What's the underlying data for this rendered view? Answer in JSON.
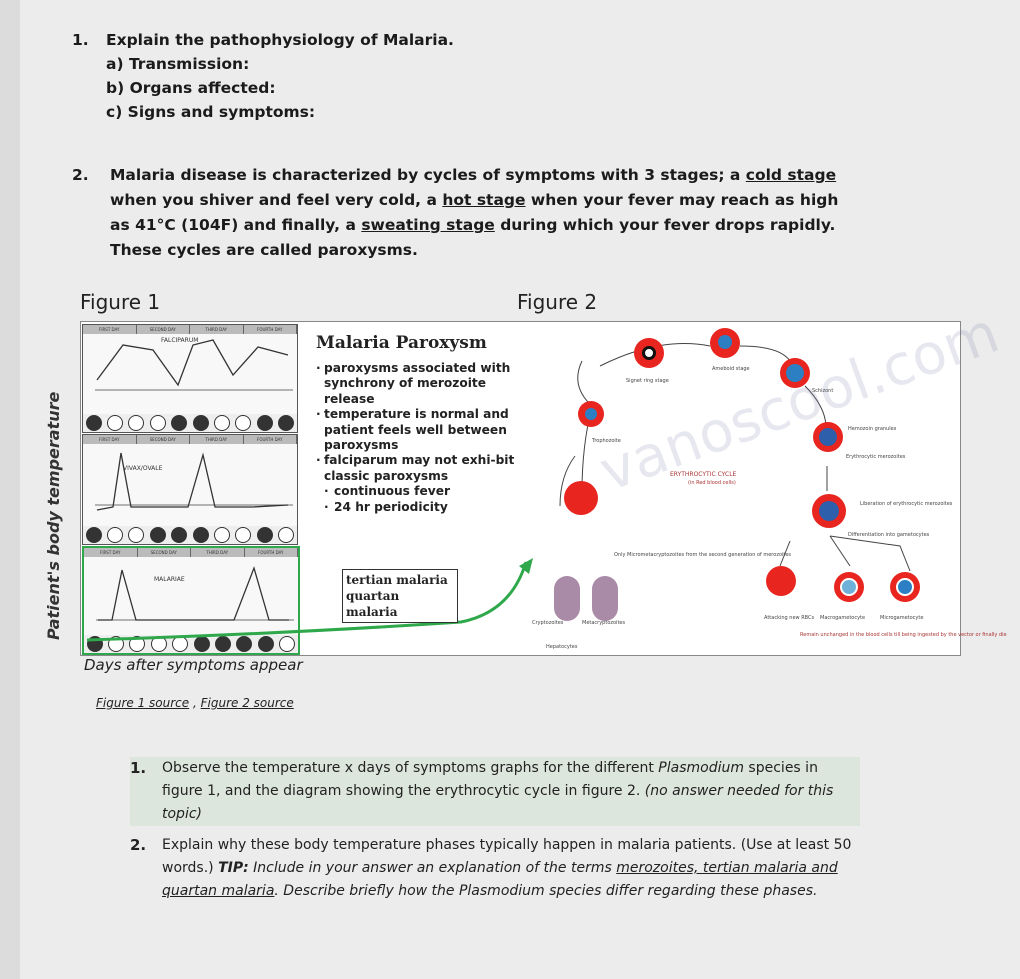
{
  "q1": {
    "number": "1.",
    "title": "Explain the pathophysiology of Malaria.",
    "a": "a) Transmission:",
    "b": "b) Organs affected:",
    "c": "c) Signs and symptoms:"
  },
  "q2": {
    "number": "2.",
    "p1": "Malaria disease is characterized by cycles of symptoms with 3 stages; a ",
    "cold": "cold stage",
    "p2": " when you shiver and feel very cold, a ",
    "hot": "hot stage",
    "p3": " when your fever may reach as high as 41°C (104F) and finally, a ",
    "sweat": "sweating stage",
    "p4": " during which your fever drops rapidly. These cycles are called paroxysms."
  },
  "figure1": {
    "label": "Figure 1",
    "day_headers": [
      "FIRST DAY",
      "SECOND DAY",
      "THIRD DAY",
      "FOURTH DAY"
    ],
    "panels": [
      "FALCIPARUM",
      "VIVAX/OVALE",
      "MALARIAE"
    ],
    "y_label": "Patient's body temperature",
    "x_label": "Days after symptoms appear"
  },
  "paroxysm": {
    "title": "Malaria Paroxysm",
    "b1": "paroxysms associated with synchrony of merozoite release",
    "b2": "temperature is normal and patient feels well between paroxysms",
    "b3": "falciparum may not exhi-bit classic paroxysms",
    "s1": "continuous fever",
    "s2": "24 hr periodicity",
    "box1": "tertian malaria",
    "box2": "quartan malaria"
  },
  "figure2": {
    "label": "Figure 2",
    "center": "ERYTHROCYTIC CYCLE",
    "center_sub": "(in Red blood cells)",
    "l_amoeboid": "Ameboid stage",
    "l_signet": "Signet ring stage",
    "l_schizont": "Schizont",
    "l_trophozoite": "Trophozoite",
    "l_hemozoin": "Hemozoin granules",
    "l_erythro": "Erythrocytic merozoites",
    "l_liberation": "Liberation of erythrocytic merozoites",
    "l_differentiation": "Differentiation into gametocytes",
    "l_only": "Only Micrometacryptozoites from the second generation of merozoites",
    "l_crypto": "Cryptozoites",
    "l_meta": "Metacryptozoites",
    "l_attacking": "Attacking new RBCs",
    "l_macro": "Macrogametocyte",
    "l_micro": "Microgametocyte",
    "l_remain": "Remain unchanged in the blood cells till being ingested by the vector or finally die",
    "l_hepatocyte": "Hepatocytes",
    "watermark": "vanoscool.com"
  },
  "sources": {
    "fig1": "Figure 1 source",
    "sep": " , ",
    "fig2": "Figure 2 source"
  },
  "tasks": {
    "t1_num": "1.",
    "t1_a": "Observe the temperature x days of symptoms graphs for the different ",
    "t1_species": "Plasmodium",
    "t1_b": " species in figure 1, and the diagram showing the erythrocytic cycle in figure 2. ",
    "t1_note": "(no answer needed for this topic)",
    "t2_num": "2.",
    "t2_a": "Explain why these body temperature phases typically happen in malaria patients. (Use at least 50 words.) ",
    "t2_tip": "TIP:",
    "t2_b": " Include in your answer an explanation of the terms ",
    "t2_terms": "merozoites, tertian malaria and quartan malaria",
    "t2_c": ". Describe briefly how the Plasmodium species differ regarding these phases."
  },
  "colors": {
    "rbc": "#e8251f",
    "parasite": "#1f6fb5",
    "green_arrow": "#2ea84a"
  }
}
